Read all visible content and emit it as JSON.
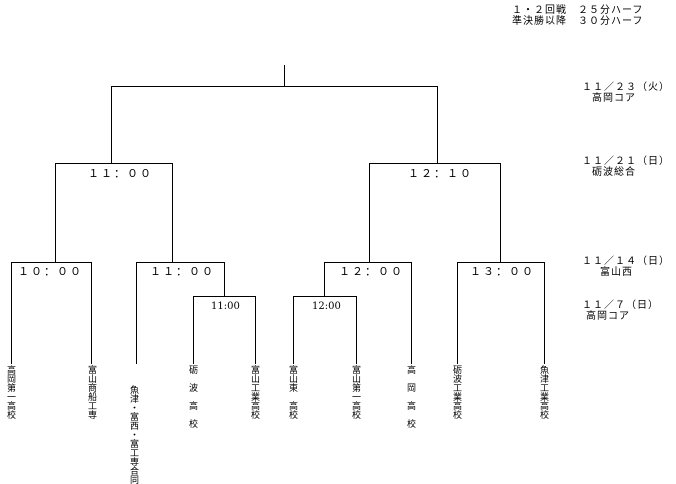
{
  "notes": {
    "line1": "１・２回戦　２５分ハーフ",
    "line2": "準決勝以降　３０分ハーフ"
  },
  "rounds": [
    {
      "date": "１１／２３（火）",
      "venue": "高岡コア"
    },
    {
      "date": "１１／２１（日）",
      "venue": "砺波総合"
    },
    {
      "date": "１１／１４（日）",
      "venue": "富山西"
    },
    {
      "date": "１１／７（日）",
      "venue": "高岡コア"
    }
  ],
  "matches": {
    "semi_left": "１１：００",
    "semi_right": "１２：１０",
    "qf1": "１０：００",
    "qf2": "１１：００",
    "qf3": "１２：００",
    "qf4": "１３：００",
    "r1_left": "11:00",
    "r1_right": "12:00"
  },
  "teams": [
    "高岡第一高校",
    "富山商船工専",
    "魚津・富西・富工専合同",
    "砺　波　高　校",
    "富山工業高校",
    "富山東　高校",
    "富山第一高校",
    "高　岡　高　校",
    "砺波工業高校",
    "魚津工業高校"
  ]
}
